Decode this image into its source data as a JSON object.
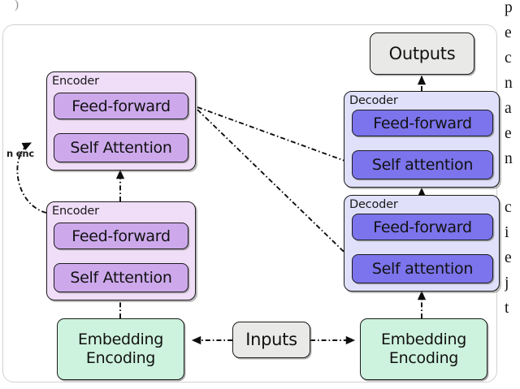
{
  "figure": {
    "title": "Transformer encoder-decoder architecture diagram",
    "frame": {
      "visible": true,
      "border_color": "#d2d2d4"
    },
    "corner_mark": ")"
  },
  "colors": {
    "encoder_stack_fill": "#f0ddf7",
    "encoder_sublayer_fill": "#cda9ec",
    "decoder_stack_fill": "#e0e0fa",
    "decoder_sublayer_fill": "#7b74ec",
    "embedding_fill": "#cdf2dd",
    "io_fill": "#e9e9e7",
    "stroke": "#1c1c1c",
    "frame_border": "#d2d2d4"
  },
  "encoders": [
    {
      "id": "encoder-top",
      "label": "Encoder",
      "sublayers": [
        {
          "id": "enc-top-ff",
          "label": "Feed-forward"
        },
        {
          "id": "enc-top-sa",
          "label": "Self Attention"
        }
      ]
    },
    {
      "id": "encoder-bottom",
      "label": "Encoder",
      "sublayers": [
        {
          "id": "enc-bot-ff",
          "label": "Feed-forward"
        },
        {
          "id": "enc-bot-sa",
          "label": "Self Attention"
        }
      ]
    }
  ],
  "decoders": [
    {
      "id": "decoder-top",
      "label": "Decoder",
      "sublayers": [
        {
          "id": "dec-top-ff",
          "label": "Feed-forward"
        },
        {
          "id": "dec-top-sa",
          "label": "Self attention"
        }
      ]
    },
    {
      "id": "decoder-bottom",
      "label": "Decoder",
      "sublayers": [
        {
          "id": "dec-bot-ff",
          "label": "Feed-forward"
        },
        {
          "id": "dec-bot-sa",
          "label": "Self attention"
        }
      ]
    }
  ],
  "embeddings": {
    "left": {
      "line1": "Embedding",
      "line2": "Encoding"
    },
    "right": {
      "line1": "Embedding",
      "line2": "Encoding"
    }
  },
  "io": {
    "inputs": "Inputs",
    "outputs": "Outputs"
  },
  "loop": {
    "label": "n enc",
    "icon": "loop-arrow-icon"
  },
  "connectors": [
    {
      "id": "inputs-to-left-embedding",
      "style": "dash-dot",
      "direction": "left"
    },
    {
      "id": "inputs-to-right-embedding",
      "style": "dash-dot",
      "direction": "right"
    },
    {
      "id": "left-embedding-to-encoder-bottom",
      "style": "dash-dot",
      "direction": "up"
    },
    {
      "id": "encoder-bottom-to-encoder-top",
      "style": "dash-dot",
      "direction": "up"
    },
    {
      "id": "enc-sa-to-enc-ff-top",
      "style": "dash-dot",
      "direction": "up"
    },
    {
      "id": "enc-sa-to-enc-ff-bottom",
      "style": "dash-dot",
      "direction": "up"
    },
    {
      "id": "right-embedding-to-decoder-bottom",
      "style": "dash-dot",
      "direction": "up"
    },
    {
      "id": "decoder-bottom-to-decoder-top",
      "style": "dash-dot",
      "direction": "up"
    },
    {
      "id": "dec-sa-to-dec-ff-top",
      "style": "dash-dot",
      "direction": "up"
    },
    {
      "id": "dec-sa-to-dec-ff-bottom",
      "style": "dash-dot",
      "direction": "up"
    },
    {
      "id": "decoder-top-to-outputs",
      "style": "dash-dot",
      "direction": "up"
    },
    {
      "id": "encoder-top-to-decoder-top-sa",
      "style": "dash-dot",
      "direction": "right"
    },
    {
      "id": "encoder-top-to-decoder-bottom-sa",
      "style": "dash-dot",
      "direction": "right"
    },
    {
      "id": "encoder-loop",
      "style": "dash-dot-curve",
      "direction": "up"
    }
  ],
  "margin_text": {
    "block1": [
      "p",
      "e",
      "c",
      "n",
      "a",
      "e",
      "n"
    ],
    "block2": [
      "c",
      "i",
      "e",
      "j",
      "t"
    ]
  }
}
